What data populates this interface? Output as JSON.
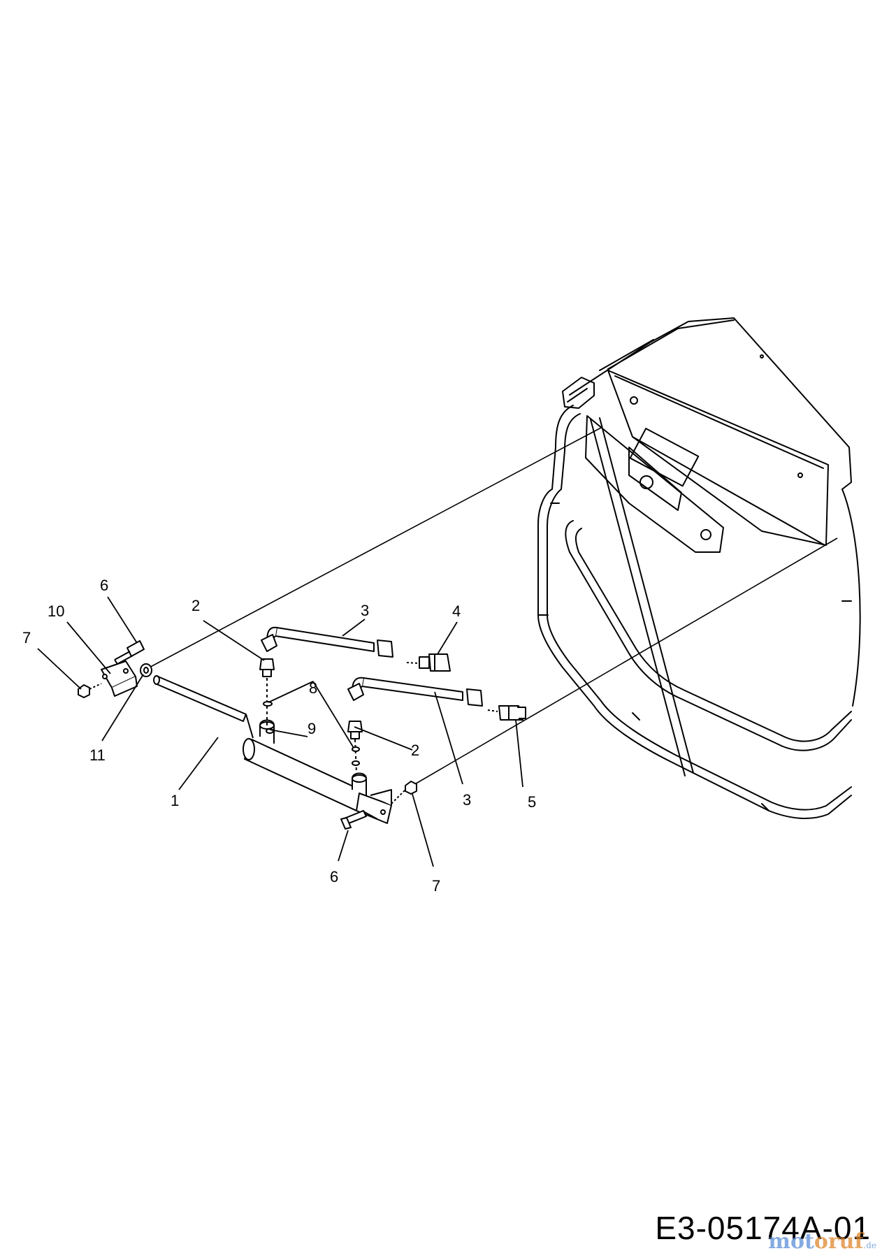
{
  "callouts": {
    "p1": "1",
    "p2a": "2",
    "p2b": "2",
    "p3a": "3",
    "p3b": "3",
    "p4": "4",
    "p5": "5",
    "p6a": "6",
    "p6b": "6",
    "p7a": "7",
    "p7b": "7",
    "p8": "8",
    "p9": "9",
    "p10": "10",
    "p11": "11"
  },
  "drawing_id": "E3-05174A-01",
  "watermark": {
    "part_a": "mot",
    "part_b": "oruf",
    "suffix": ".de"
  },
  "colors": {
    "line": "#000000",
    "background": "#ffffff",
    "watermark_blue": "#5b8ed8",
    "watermark_orange": "#e0872e"
  }
}
